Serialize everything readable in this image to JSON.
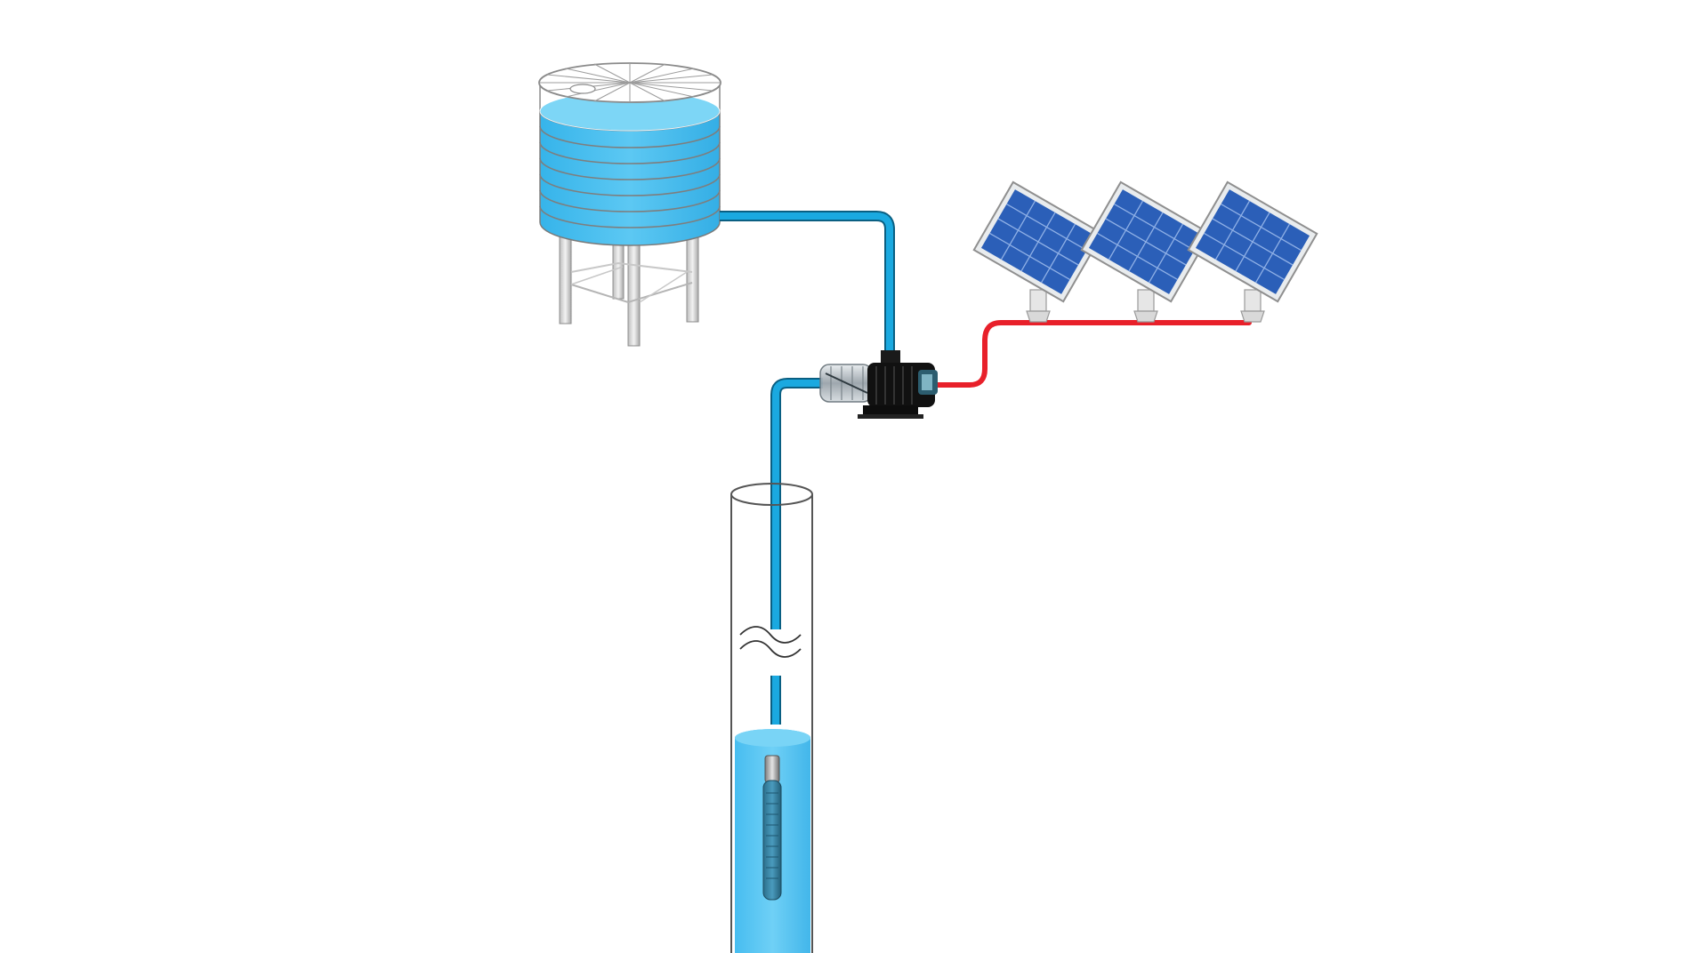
{
  "diagram": {
    "components": [
      {
        "id": "water-tower",
        "kind": "elevated-water-storage-tank"
      },
      {
        "id": "surface-pump",
        "kind": "electric-pump"
      },
      {
        "id": "solar-array",
        "kind": "solar-panels",
        "count": 3
      },
      {
        "id": "borehole",
        "kind": "well-casing"
      },
      {
        "id": "submersible-pump",
        "kind": "submersible-pump"
      }
    ],
    "connections": [
      {
        "from": "borehole",
        "to": "surface-pump",
        "medium": "water"
      },
      {
        "from": "surface-pump",
        "to": "water-tower",
        "medium": "water"
      },
      {
        "from": "solar-array",
        "to": "surface-pump",
        "medium": "electricity"
      }
    ],
    "water_fill_fraction": {
      "water-tower": 0.8,
      "borehole": 0.35
    },
    "colors": {
      "water": "#4fc3f0",
      "water_dark": "#1ea7df",
      "pipe": "#1aa9e0",
      "pipe_edge": "#0a5f82",
      "cable": "#e8202a",
      "panel": "#2b5fb8",
      "panel_dark": "#1b3f86",
      "frame": "#d9d9d9",
      "outline": "#555555",
      "pump_body": "#111111",
      "background": "#ffffff"
    },
    "icons": {
      "break-mark": "double-wave-icon",
      "pump": "pump-icon",
      "panel": "solar-panel-icon"
    }
  }
}
